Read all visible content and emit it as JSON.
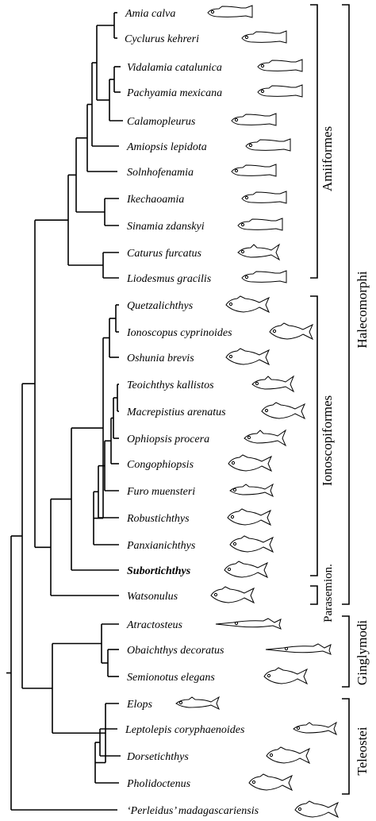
{
  "taxa": [
    {
      "label": "Amia calva"
    },
    {
      "label": "Cyclurus kehreri"
    },
    {
      "label": "Vidalamia catalunica"
    },
    {
      "label": "Pachyamia mexicana"
    },
    {
      "label": "Calamopleurus"
    },
    {
      "label": "Amiopsis lepidota"
    },
    {
      "label": "Solnhofenamia"
    },
    {
      "label": "Ikechaoamia"
    },
    {
      "label": "Sinamia zdanskyi"
    },
    {
      "label": "Caturus furcatus"
    },
    {
      "label": "Liodesmus gracilis"
    },
    {
      "label": "Quetzalichthys"
    },
    {
      "label": "Ionoscopus cyprinoides"
    },
    {
      "label": "Oshunia brevis"
    },
    {
      "label": "Teoichthys kallistos"
    },
    {
      "label": "Macrepistius arenatus"
    },
    {
      "label": "Ophiopsis procera"
    },
    {
      "label": "Congophiopsis"
    },
    {
      "label": "Furo muensteri"
    },
    {
      "label": "Robustichthys"
    },
    {
      "label": "Panxianichthys"
    },
    {
      "label": "Subortichthys",
      "bold": true
    },
    {
      "label": "Watsonulus"
    },
    {
      "label": "Atractosteus"
    },
    {
      "label": "Obaichthys decoratus"
    },
    {
      "label": "Semionotus elegans"
    },
    {
      "label": "Elops"
    },
    {
      "label": "Leptolepis coryphaenoides"
    },
    {
      "label": "Dorsetichthys"
    },
    {
      "label": "Pholidoctenus"
    },
    {
      "label": "‘Perleidus’ madagascariensis"
    }
  ],
  "groups": {
    "amiiformes": "Amiiformes",
    "ionoscopiformes": "Ionoscopiformes",
    "parasemion": "Parasemion.",
    "halecomorphi": "Halecomorphi",
    "ginglymodi": "Ginglymodi",
    "teleostei": "Teleostei"
  }
}
